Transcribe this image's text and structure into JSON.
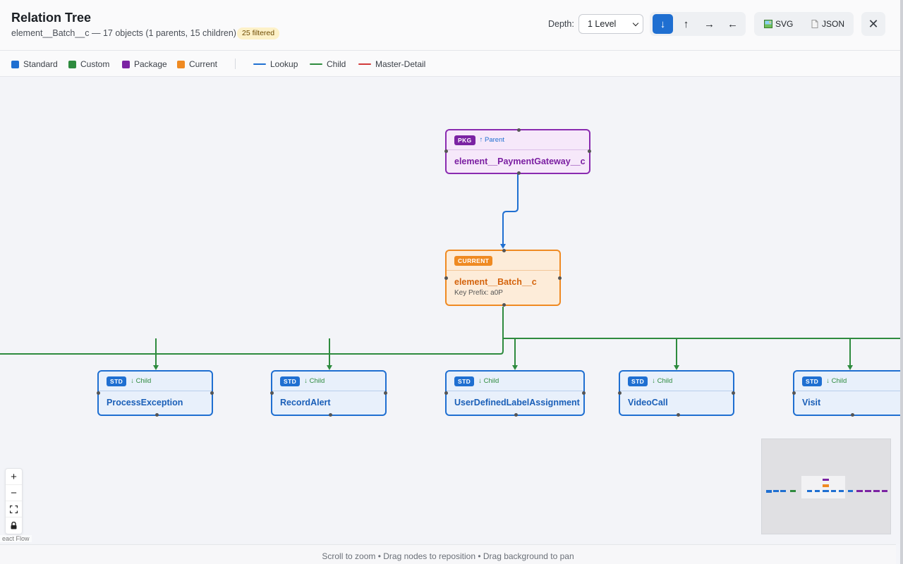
{
  "header": {
    "title": "Relation Tree",
    "subtitle": "element__Batch__c — 17 objects (1 parents, 15 children)",
    "filtered_badge": "25 filtered",
    "depth_label": "Depth:",
    "depth_value": "1 Level",
    "direction_buttons": [
      {
        "icon": "arrow-down-icon",
        "glyph": "↓",
        "active": true
      },
      {
        "icon": "arrow-up-icon",
        "glyph": "↑",
        "active": false
      },
      {
        "icon": "arrow-right-icon",
        "glyph": "→",
        "active": false
      },
      {
        "icon": "arrow-left-icon",
        "glyph": "←",
        "active": false
      }
    ],
    "export_svg_label": "SVG",
    "export_json_label": "JSON",
    "close_glyph": "✕"
  },
  "legend": {
    "types": [
      {
        "label": "Standard",
        "color": "#1f6fd1"
      },
      {
        "label": "Custom",
        "color": "#2e8b3e"
      },
      {
        "label": "Package",
        "color": "#7b23a3"
      },
      {
        "label": "Current",
        "color": "#ef8a22"
      }
    ],
    "relations": [
      {
        "label": "Lookup",
        "color": "#1f6fd1"
      },
      {
        "label": "Child",
        "color": "#2e8b3e"
      },
      {
        "label": "Master-Detail",
        "color": "#d13a3a"
      }
    ]
  },
  "nodes": {
    "parent": {
      "tag": "PKG",
      "relation": "↑ Parent",
      "name": "element__PaymentGateway__c"
    },
    "current": {
      "tag": "CURRENT",
      "name": "element__Batch__c",
      "key_prefix": "Key Prefix: a0P"
    },
    "children": [
      {
        "tag": "STD",
        "relation": "↓ Child",
        "name": "ProcessException"
      },
      {
        "tag": "STD",
        "relation": "↓ Child",
        "name": "RecordAlert"
      },
      {
        "tag": "STD",
        "relation": "↓ Child",
        "name": "UserDefinedLabelAssignment"
      },
      {
        "tag": "STD",
        "relation": "↓ Child",
        "name": "VideoCall"
      },
      {
        "tag": "STD",
        "relation": "↓ Child",
        "name": "Visit"
      }
    ]
  },
  "controls": {
    "zoom_in": "+",
    "zoom_out": "−",
    "fit_view_icon": "fit-view-icon",
    "lock_icon": "lock-icon",
    "attribution": "React Flow",
    "attribution_visible": "eact Flow"
  },
  "footer": {
    "hint": "Scroll to zoom • Drag nodes to reposition • Drag background to pan"
  }
}
